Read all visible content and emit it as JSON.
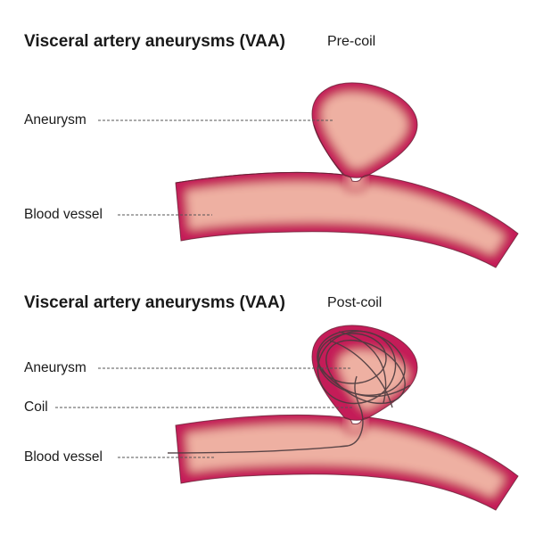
{
  "pre": {
    "title": "Visceral artery aneurysms (VAA)",
    "stage": "Pre-coil",
    "labels": {
      "aneurysm": "Aneurysm",
      "vessel": "Blood vessel"
    }
  },
  "post": {
    "title": "Visceral artery aneurysms (VAA)",
    "stage": "Post-coil",
    "labels": {
      "aneurysm": "Aneurysm",
      "coil": "Coil",
      "vessel": "Blood vessel"
    }
  },
  "colors": {
    "wall": "#c41a58",
    "lumen": "#eeb0a2",
    "outline": "#6a2236",
    "coil": "#4a3a3e",
    "leader": "#555555"
  }
}
